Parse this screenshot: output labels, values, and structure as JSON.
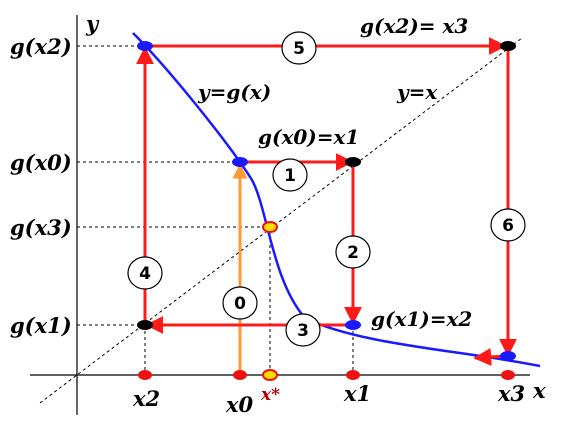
{
  "axes": {
    "x_label": "x",
    "y_label": "y"
  },
  "equations": {
    "curve": "y=g(x)",
    "diagonal": "y=x",
    "g_x0": "g(x0)=x1",
    "g_x1": "g(x1)=x2",
    "g_x2": "g(x2)= x3"
  },
  "y_ticks": [
    "g(x2)",
    "g(x0)",
    "g(x3)",
    "g(x1)"
  ],
  "x_ticks": [
    "x2",
    "x0",
    "x*",
    "x1",
    "x3"
  ],
  "steps": [
    "0",
    "1",
    "2",
    "3",
    "4",
    "5",
    "6"
  ],
  "colors": {
    "curve": "#1a1aff",
    "arrow": "#ff1a1a",
    "initial_arrow": "#ff9933",
    "point_blue": "#1a1aff",
    "point_black": "#000000",
    "point_red": "#ee1111",
    "fixed_point": "#ffdd00"
  }
}
